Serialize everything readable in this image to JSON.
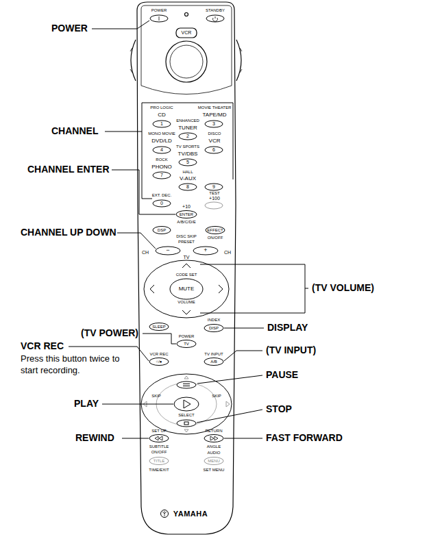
{
  "diagram": {
    "labels": [
      "POWER",
      "CHANNEL",
      "CHANNEL ENTER",
      "CHANNEL UP DOWN",
      "(TV VOLUME)",
      "(TV POWER)",
      "VCR REC",
      "Press this button twice to start recording.",
      "DISPLAY",
      "(TV INPUT)",
      "PAUSE",
      "PLAY",
      "STOP",
      "REWIND",
      "FAST FORWARD",
      "POWER",
      "STANDBY",
      "VCR",
      "PRO LOGIC",
      "CD",
      "1",
      "ENHANCED",
      "TUNER",
      "2",
      "MOVIE THEATER",
      "TAPE/MD",
      "3",
      "MONO MOVIE",
      "DVD/LD",
      "4",
      "TV SPORTS",
      "TV/DBS",
      "5",
      "DISCO",
      "VCR",
      "6",
      "ROCK",
      "PHONO",
      "7",
      "HALL",
      "V-AUX",
      "8",
      "9",
      "EXT. DEC.",
      "0",
      "TEST",
      "+100",
      "+10",
      "ENTER",
      "A/B/C/D/E",
      "DSP",
      "DISC SKIP",
      "PRESET",
      "EFFECT",
      "ON/OFF",
      "CH",
      "−",
      "+",
      "CH",
      "TV",
      "CODE SET",
      "MUTE",
      "VOLUME",
      "SLEEP",
      "INDEX",
      "DISP",
      "POWER",
      "TV",
      "VCR REC",
      "○/●",
      "TV INPUT",
      "A/B",
      "SKIP",
      "SKIP",
      "SELECT",
      "SET UP",
      "RETURN",
      "SUBTITLE",
      "ON/OFF",
      "ANGLE",
      "AUDIO",
      "TITLE",
      "MENU",
      "TIME/EXIT",
      "SET MENU",
      "YAMAHA"
    ]
  }
}
